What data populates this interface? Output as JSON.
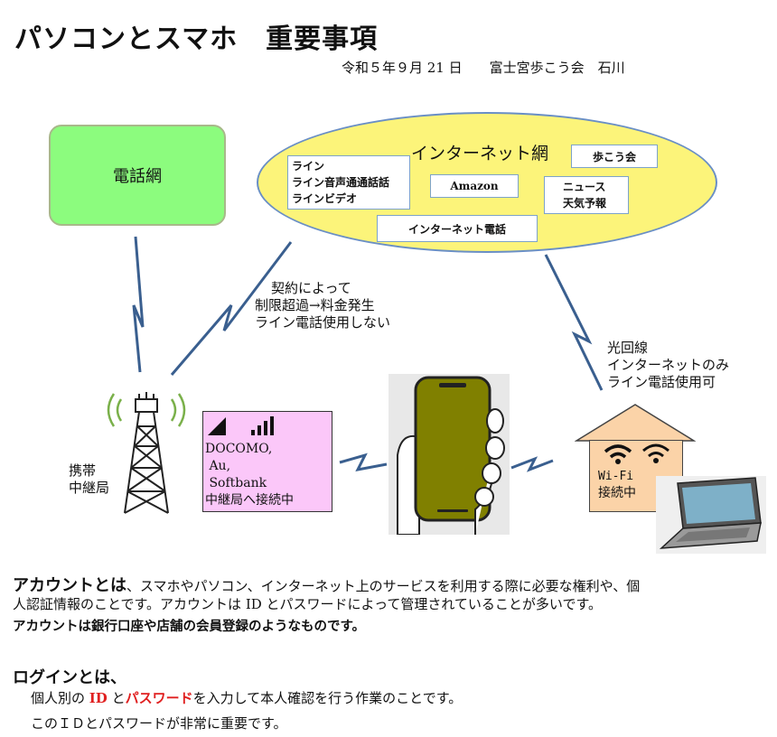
{
  "header": {
    "title": "パソコンとスマホ　重要事項",
    "subtitle": "令和５年９月 21 日　　富士宮歩こう会　石川"
  },
  "diagram": {
    "phone_network": "電話網",
    "internet_title": "インターネット網",
    "line_services": [
      "ライン",
      "ライン音声通通話話",
      "ラインビデオ"
    ],
    "amazon": "Amazon",
    "ayumi": "歩こう会",
    "news": [
      "ニュース",
      "天気予報"
    ],
    "internet_call": "インターネット電話",
    "contract_note": [
      "契約によって",
      "制限超過→料金発生",
      "ライン電話使用しない"
    ],
    "fiber_note": [
      "光回線",
      "インターネットのみ",
      "ライン電話使用可"
    ],
    "tower_label": [
      "携帯",
      "中継局"
    ],
    "carrier_box": [
      "DOCOMO,",
      " Au,",
      " Softbank",
      "中継局へ接続中"
    ],
    "wifi_box": [
      "Wi-Fi",
      "接続中"
    ]
  },
  "account": {
    "heading": "アカウントとは",
    "line1_rest": "、スマホやパソコン、インターネット上のサービスを利用する際に必要な権利や、個",
    "line2": "人認証情報のことです。アカウントは ID とパスワードによって管理されていることが多いです。",
    "line3": "アカウントは銀行口座や店舗の会員登録のようなものです。"
  },
  "login": {
    "heading": "ログインとは、",
    "line1_pre": "個人別の ",
    "id_word": "ID",
    "line1_mid": " と",
    "pw_word": "パスワード",
    "line1_post": "を入力して本人確認を行う作業のことです。",
    "line2": "このＩＤとパスワードが非常に重要です。"
  },
  "colors": {
    "phone_network": "#8cfc7e",
    "internet": "#fcf47a",
    "carrier_box": "#fbc7f9",
    "house": "#fbd3a8",
    "phone_body": "#808000",
    "connection_line": "#3a5f8f",
    "highlight": "#e02020"
  }
}
